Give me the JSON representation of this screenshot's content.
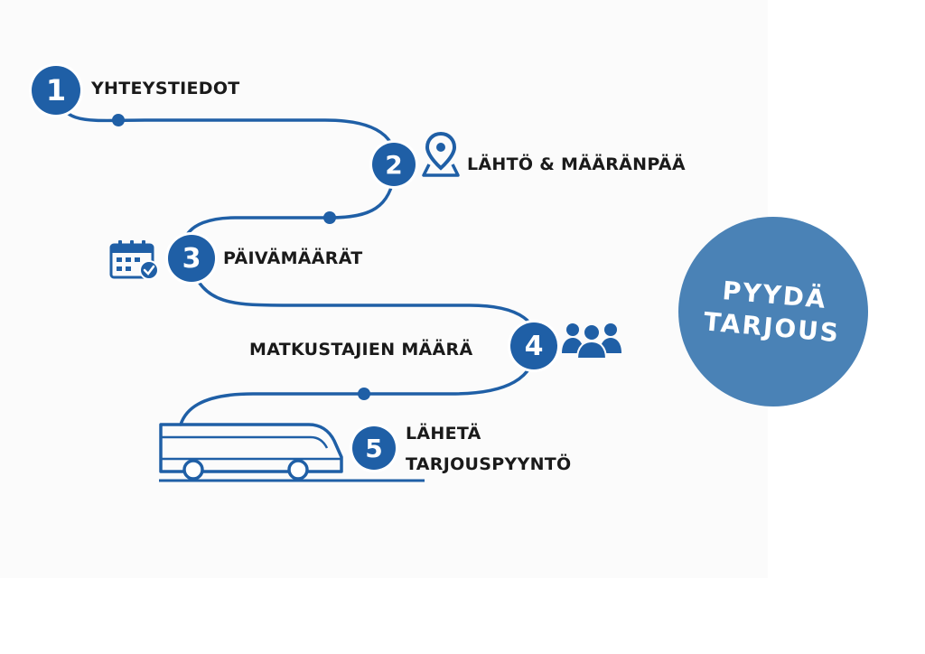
{
  "steps": [
    {
      "number": "1",
      "label": "YHTEYSTIEDOT"
    },
    {
      "number": "2",
      "label": "LÄHTÖ & MÄÄRÄNPÄÄ",
      "icon": "map-pin-icon"
    },
    {
      "number": "3",
      "label": "PÄIVÄMÄÄRÄT",
      "icon": "calendar-check-icon"
    },
    {
      "number": "4",
      "label": "MATKUSTAJIEN MÄÄRÄ",
      "icon": "people-group-icon"
    },
    {
      "number": "5",
      "label_line1": "LÄHETÄ",
      "label_line2": "TARJOUSPYYNTÖ",
      "icon": "bus-icon"
    }
  ],
  "cta": {
    "line1": "PYYDÄ",
    "line2": "TARJOUS"
  },
  "colors": {
    "primary": "#1f5fa6",
    "cta": "#4a82b6",
    "text": "#1a1a1a"
  }
}
